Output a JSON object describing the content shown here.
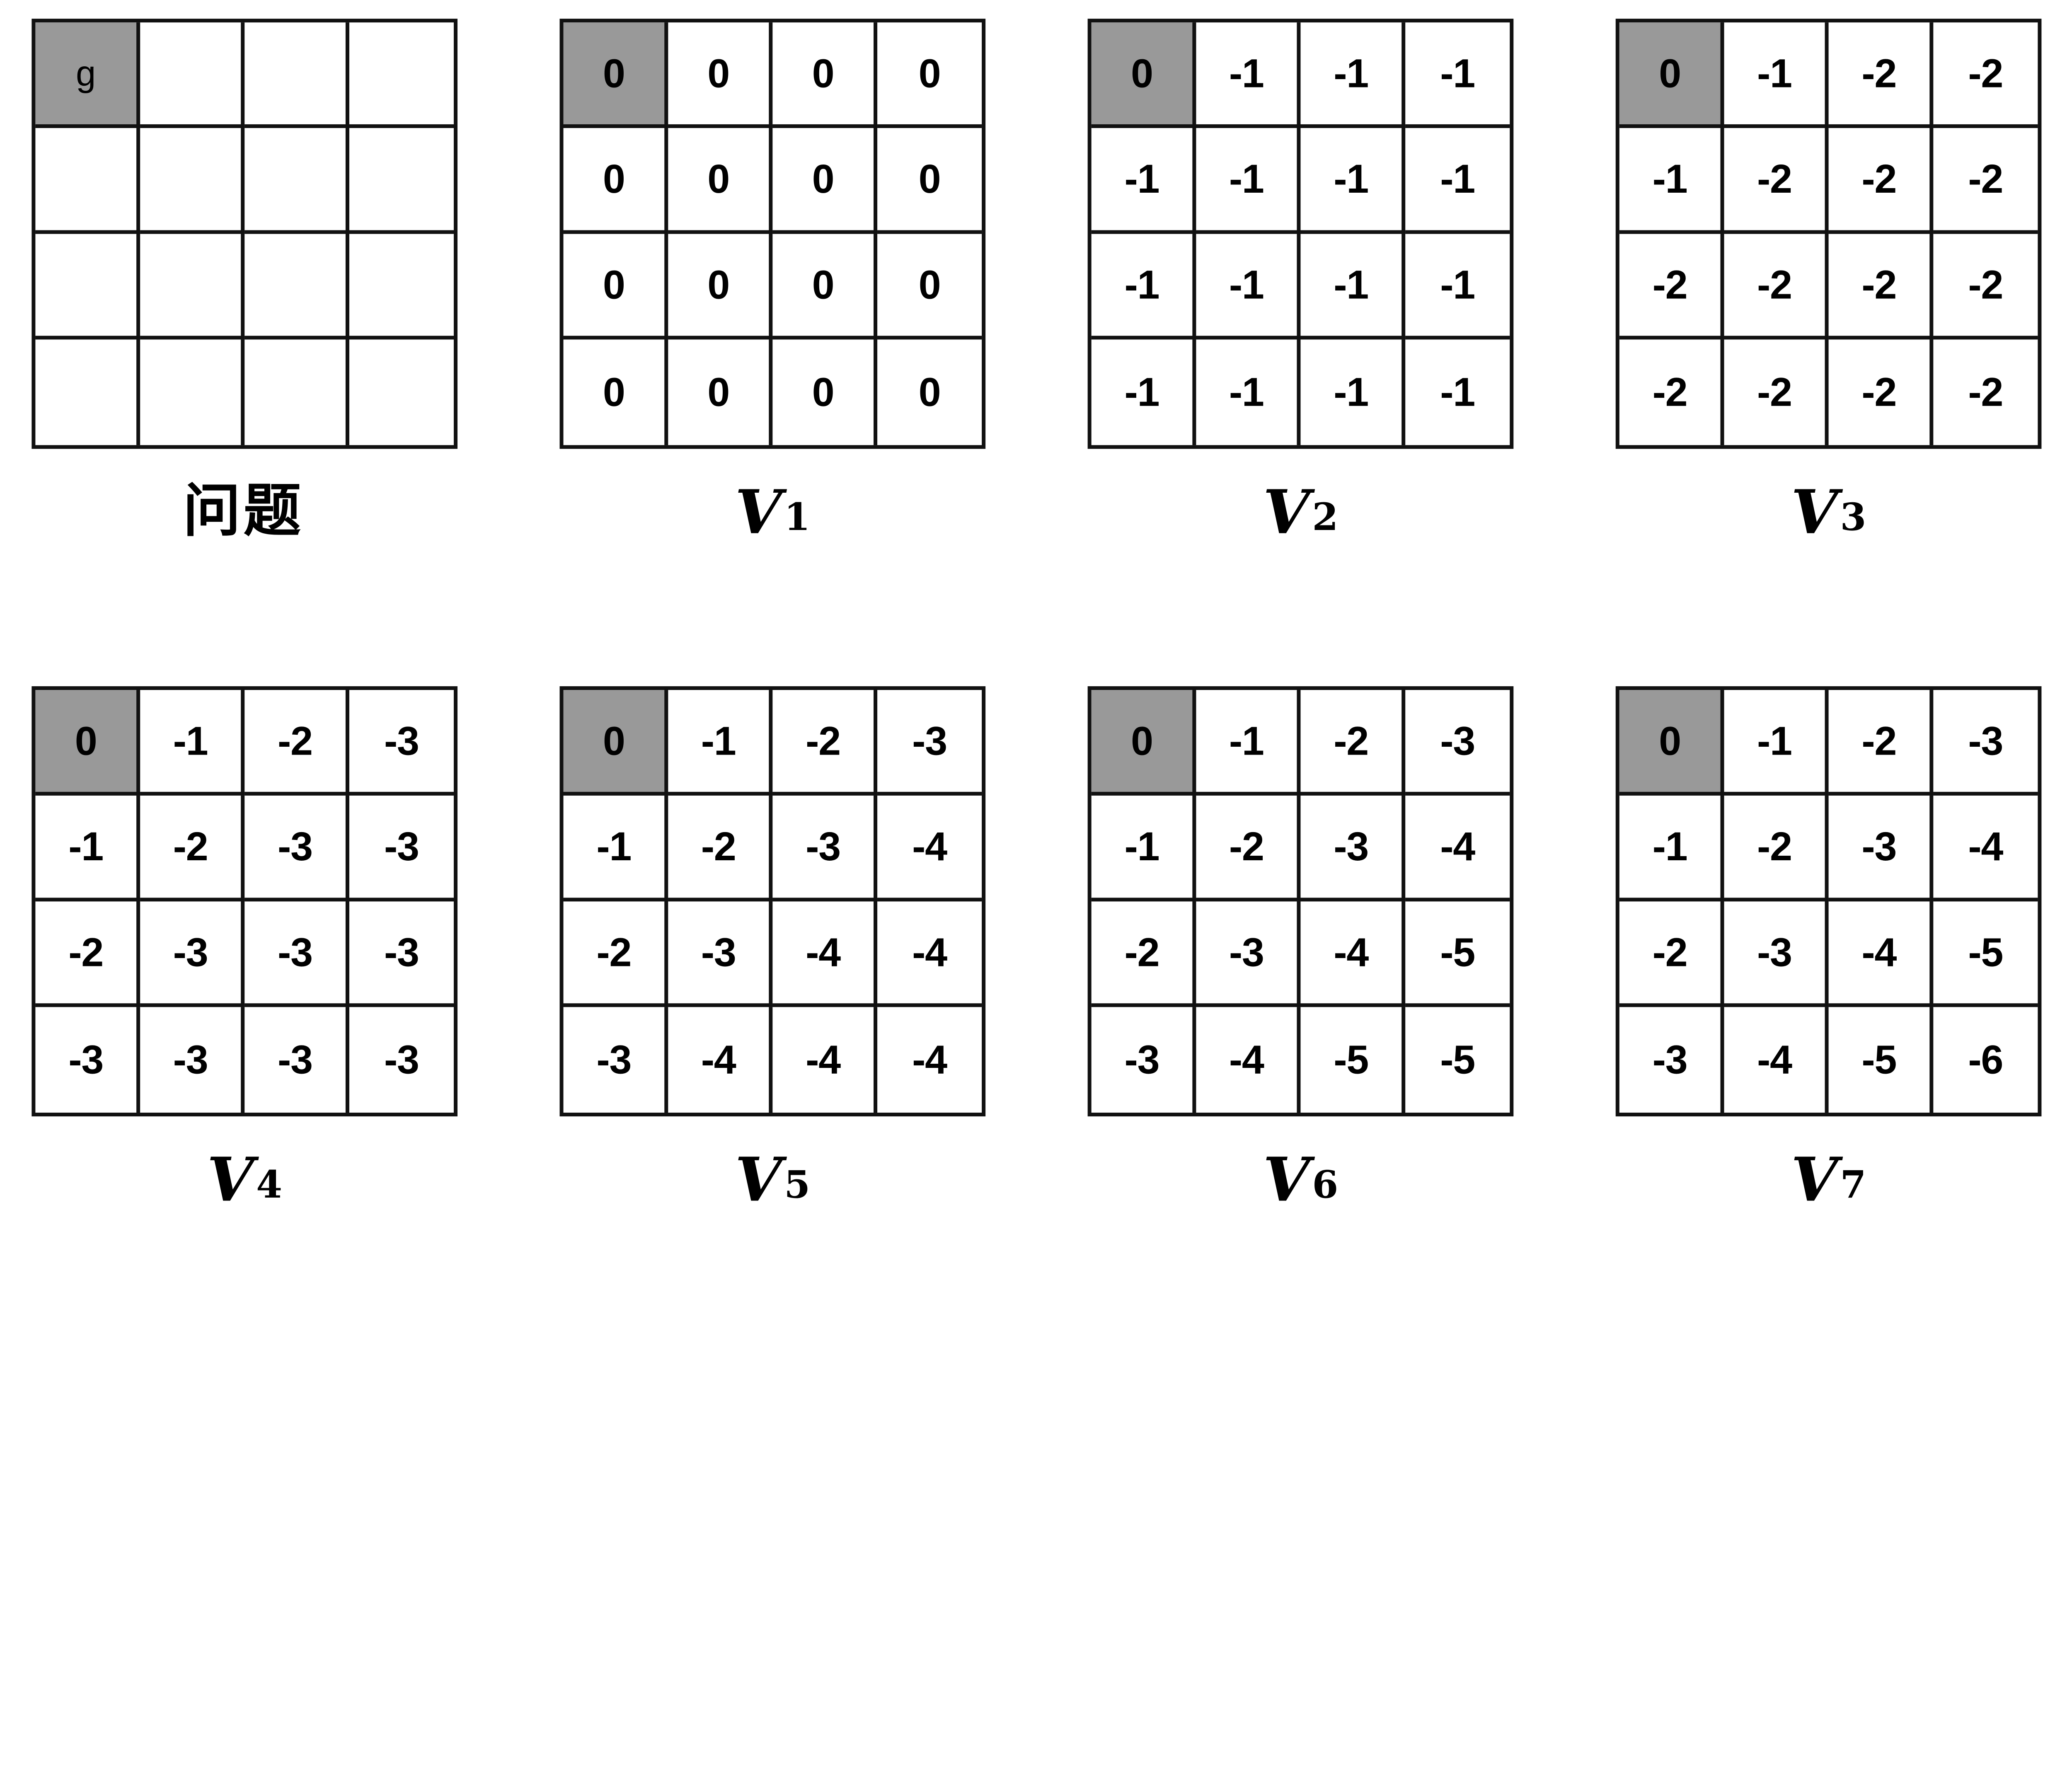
{
  "figure": {
    "description_labels": {
      "problem_label": "问题",
      "value_function_symbol": "V"
    },
    "colors": {
      "background": "#ffffff",
      "grid_line": "#111111",
      "goal_cell": "#999999",
      "text": "#000000"
    },
    "highlight_cell": {
      "row": 0,
      "col": 0
    }
  },
  "panels": [
    {
      "id": "problem",
      "label_main": "问题",
      "label_sub": "",
      "cells": [
        [
          "g",
          "",
          "",
          ""
        ],
        [
          "",
          "",
          "",
          ""
        ],
        [
          "",
          "",
          "",
          ""
        ],
        [
          "",
          "",
          "",
          ""
        ]
      ]
    },
    {
      "id": "v1",
      "label_main": "V",
      "label_sub": "1",
      "cells": [
        [
          "0",
          "0",
          "0",
          "0"
        ],
        [
          "0",
          "0",
          "0",
          "0"
        ],
        [
          "0",
          "0",
          "0",
          "0"
        ],
        [
          "0",
          "0",
          "0",
          "0"
        ]
      ]
    },
    {
      "id": "v2",
      "label_main": "V",
      "label_sub": "2",
      "cells": [
        [
          "0",
          "-1",
          "-1",
          "-1"
        ],
        [
          "-1",
          "-1",
          "-1",
          "-1"
        ],
        [
          "-1",
          "-1",
          "-1",
          "-1"
        ],
        [
          "-1",
          "-1",
          "-1",
          "-1"
        ]
      ]
    },
    {
      "id": "v3",
      "label_main": "V",
      "label_sub": "3",
      "cells": [
        [
          "0",
          "-1",
          "-2",
          "-2"
        ],
        [
          "-1",
          "-2",
          "-2",
          "-2"
        ],
        [
          "-2",
          "-2",
          "-2",
          "-2"
        ],
        [
          "-2",
          "-2",
          "-2",
          "-2"
        ]
      ]
    },
    {
      "id": "v4",
      "label_main": "V",
      "label_sub": "4",
      "cells": [
        [
          "0",
          "-1",
          "-2",
          "-3"
        ],
        [
          "-1",
          "-2",
          "-3",
          "-3"
        ],
        [
          "-2",
          "-3",
          "-3",
          "-3"
        ],
        [
          "-3",
          "-3",
          "-3",
          "-3"
        ]
      ]
    },
    {
      "id": "v5",
      "label_main": "V",
      "label_sub": "5",
      "cells": [
        [
          "0",
          "-1",
          "-2",
          "-3"
        ],
        [
          "-1",
          "-2",
          "-3",
          "-4"
        ],
        [
          "-2",
          "-3",
          "-4",
          "-4"
        ],
        [
          "-3",
          "-4",
          "-4",
          "-4"
        ]
      ]
    },
    {
      "id": "v6",
      "label_main": "V",
      "label_sub": "6",
      "cells": [
        [
          "0",
          "-1",
          "-2",
          "-3"
        ],
        [
          "-1",
          "-2",
          "-3",
          "-4"
        ],
        [
          "-2",
          "-3",
          "-4",
          "-5"
        ],
        [
          "-3",
          "-4",
          "-5",
          "-5"
        ]
      ]
    },
    {
      "id": "v7",
      "label_main": "V",
      "label_sub": "7",
      "cells": [
        [
          "0",
          "-1",
          "-2",
          "-3"
        ],
        [
          "-1",
          "-2",
          "-3",
          "-4"
        ],
        [
          "-2",
          "-3",
          "-4",
          "-5"
        ],
        [
          "-3",
          "-4",
          "-5",
          "-6"
        ]
      ]
    }
  ]
}
